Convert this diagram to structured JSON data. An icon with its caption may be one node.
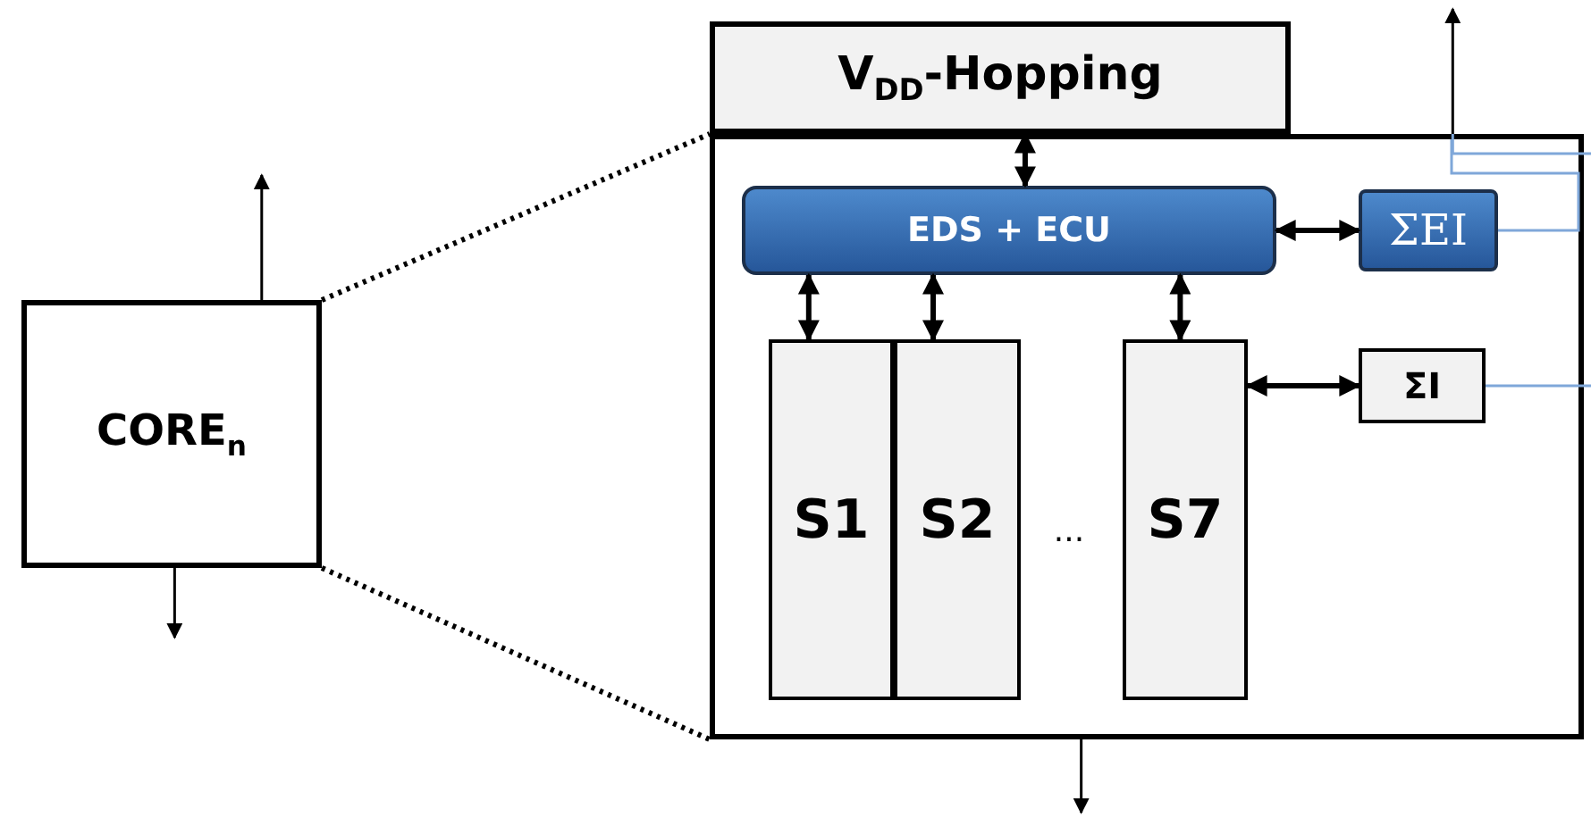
{
  "diagram": {
    "nodes": [
      {
        "text": [
          "CORE$_{n}$"
        ]
      },
      {
        "text": [
          "V$_{DD}$-Hopping"
        ]
      },
      {
        "text": [],
        "shape": "box"
      },
      {
        "text": [
          "EDS + ECU"
        ],
        "in": 2
      },
      {
        "text": [
          "ΣEI"
        ],
        "in": 2
      },
      {
        "text": [
          "S1"
        ],
        "in": 2
      },
      {
        "text": [
          "S2"
        ],
        "in": 2
      },
      {
        "text": [
          "S7"
        ],
        "in": 2
      },
      {
        "text": [
          "ΣI"
        ],
        "in": 2
      }
    ],
    "edges": [
      {
        "from": 0,
        "to": null,
        "arrow": "to"
      },
      {
        "from": 0,
        "to": null,
        "arrow": "to"
      },
      {
        "from": 0,
        "to": 2,
        "arrow": "none",
        "style": "dashed"
      },
      {
        "from": 0,
        "to": 2,
        "arrow": "none",
        "style": "dashed"
      },
      {
        "from": 1,
        "to": 3,
        "arrow": "both"
      },
      {
        "from": 3,
        "to": 4,
        "arrow": "both"
      },
      {
        "from": 3,
        "to": 5,
        "arrow": "both"
      },
      {
        "from": 3,
        "to": 6,
        "arrow": "both"
      },
      {
        "from": 3,
        "to": 7,
        "arrow": "both"
      },
      {
        "from": 7,
        "to": 8,
        "arrow": "both"
      },
      {
        "from": 2,
        "to": null,
        "arrow": "to"
      },
      {
        "from": 2,
        "to": null,
        "arrow": "to"
      },
      {
        "from": 4,
        "to": null,
        "arrow": "none",
        "color": "#7fa7d9"
      },
      {
        "from": 8,
        "to": null,
        "arrow": "none",
        "color": "#7fa7d9"
      },
      {
        "from": 2,
        "to": null,
        "arrow": "none",
        "color": "#7fa7d9"
      }
    ],
    "labels": [
      "..."
    ]
  }
}
